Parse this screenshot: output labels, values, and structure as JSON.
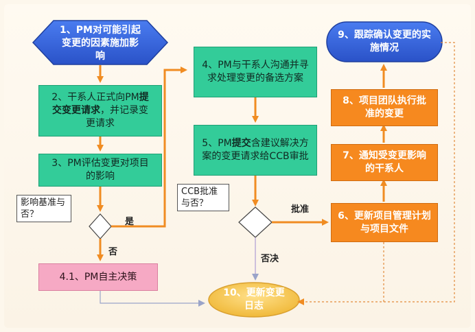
{
  "nodes": {
    "n1": "1、PM对可能引起变更的因素施加影响",
    "n2_pre": "2、干系人正式向PM",
    "n2_bold": "提交变更请求",
    "n2_post": "，并记录变更请求",
    "n3": "3、PM评估变更对项目的影响",
    "n41": "4.1、PM自主决策",
    "n4": "4、PM与干系人沟通并寻求处理变更的备选方案",
    "n5_pre": "5、PM",
    "n5_bold": "提交",
    "n5_post": "含建议解决方案的变更请求给CCB审批",
    "n6": "6、更新项目管理计划与项目文件",
    "n7": "7、通知受变更影响的干系人",
    "n8": "8、项目团队执行批准的变更",
    "n9": "9、跟踪确认变更的实施情况",
    "n10": "10、更新变更日志"
  },
  "callouts": {
    "baseline": "影响基准与否？",
    "ccb": "CCB批准与否？"
  },
  "edge_labels": {
    "yes": "是",
    "no": "否",
    "approved": "批准",
    "rejected": "否决"
  },
  "colors": {
    "blue": "#2f5fd6",
    "green": "#33cc99",
    "cyan": "#4fe3df",
    "orange": "#f6891f",
    "pink": "#f6a9c4",
    "gold": "#f3c24a",
    "arrow": "#f08c22"
  }
}
